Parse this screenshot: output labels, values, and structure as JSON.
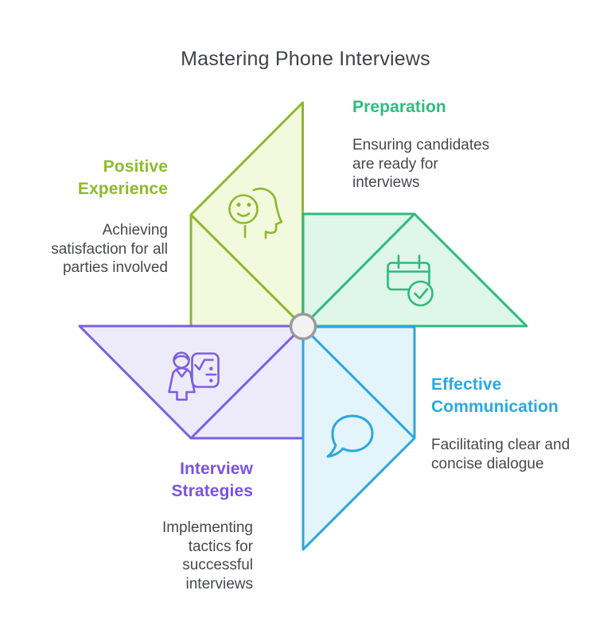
{
  "title": "Mastering Phone Interviews",
  "colors": {
    "title": "#3F4347",
    "text": "#45484C",
    "background": "#FFFFFF"
  },
  "center_hub": {
    "fill": "#F2F2F2",
    "stroke": "#9A9A9A"
  },
  "sections": {
    "preparation": {
      "heading": "Preparation",
      "description": "Ensuring candidates\nare ready for\ninterviews",
      "heading_color": "#2CBC80",
      "blade_fill": "#DFF6EA",
      "blade_stroke": "#2EBA7B",
      "icon": "calendar-check-icon"
    },
    "positive_experience": {
      "heading": "Positive\nExperience",
      "description": "Achieving\nsatisfaction for all\nparties involved",
      "heading_color": "#8CBC2B",
      "blade_fill": "#F3F9DC",
      "blade_stroke": "#8CB82E",
      "icon": "head-smile-icon"
    },
    "effective_communication": {
      "heading": "Effective\nCommunication",
      "description": "Facilitating clear and\nconcise dialogue",
      "heading_color": "#28A9E1",
      "blade_fill": "#E4F4FB",
      "blade_stroke": "#2BA7DF",
      "icon": "speech-bubble-icon"
    },
    "interview_strategies": {
      "heading": "Interview\nStrategies",
      "description": "Implementing\ntactics for\nsuccessful\ninterviews",
      "heading_color": "#7A52E4",
      "blade_fill": "#EDEBFA",
      "blade_stroke": "#7C5FE0",
      "icon": "presenter-checklist-icon"
    }
  }
}
